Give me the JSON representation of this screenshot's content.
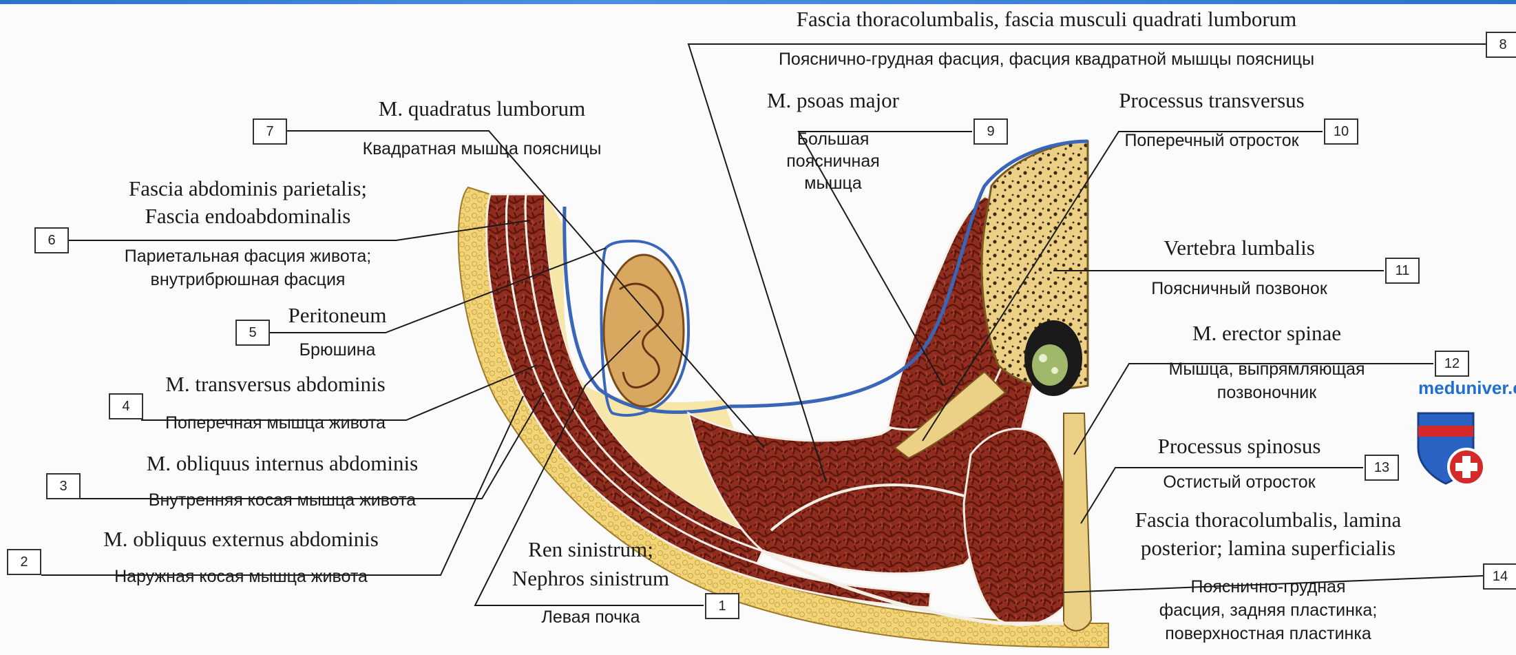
{
  "colors": {
    "muscle": "#8a2a1c",
    "muscle_dark": "#5a160e",
    "fat": "#f0d27a",
    "bone": "#e8c97a",
    "fascia_blue": "#3a66b8",
    "accent_blue": "#2b74c9",
    "logo_red": "#d42a2a"
  },
  "labels": {
    "1": {
      "latin": "Ren sinistrum;",
      "latin2": "Nephros sinistrum",
      "rus": "Левая почка"
    },
    "2": {
      "latin": "M. obliquus externus abdominis",
      "rus": "Наружная косая мышца живота"
    },
    "3": {
      "latin": "M. obliquus internus abdominis",
      "rus": "Внутренняя косая мышца живота"
    },
    "4": {
      "latin": "M. transversus abdominis",
      "rus": "Поперечная мышца живота"
    },
    "5": {
      "latin": "Peritoneum",
      "rus": "Брюшина"
    },
    "6": {
      "latin": "Fascia abdominis parietalis;",
      "latin2": "Fascia endoabdominalis",
      "rus": "Париетальная фасция живота;",
      "rus2": "внутрибрюшная фасция"
    },
    "7": {
      "latin": "M. quadratus lumborum",
      "rus": "Квадратная мышца поясницы"
    },
    "8": {
      "latin": "Fascia thoracolumbalis, fascia musculi quadrati lumborum",
      "rus": "Пояснично-грудная фасция, фасция квадратной мышцы поясницы"
    },
    "9": {
      "latin": "M. psoas major",
      "rus": "Большая",
      "rus2": "поясничная",
      "rus3": "мышца"
    },
    "10": {
      "latin": "Processus transversus",
      "rus": "Поперечный отросток"
    },
    "11": {
      "latin": "Vertebra lumbalis",
      "rus": "Поясничный позвонок"
    },
    "12": {
      "latin": "M. erector spinae",
      "rus": "Мышца, выпрямляющая",
      "rus2": "позвоночник"
    },
    "13": {
      "latin": "Processus spinosus",
      "rus": "Остистый отросток"
    },
    "14": {
      "latin": "Fascia thoracolumbalis, lamina",
      "latin2": "posterior; lamina superficialis",
      "rus": "Пояснично-грудная",
      "rus2": "фасция, задняя пластинка;",
      "rus3": "поверхностная пластинка"
    }
  },
  "numbers": {
    "n1": "1",
    "n2": "2",
    "n3": "3",
    "n4": "4",
    "n5": "5",
    "n6": "6",
    "n7": "7",
    "n8": "8",
    "n9": "9",
    "n10": "10",
    "n11": "11",
    "n12": "12",
    "n13": "13",
    "n14": "14"
  },
  "watermark": "meduniver.com",
  "logo_icon": "shield-cross-icon"
}
